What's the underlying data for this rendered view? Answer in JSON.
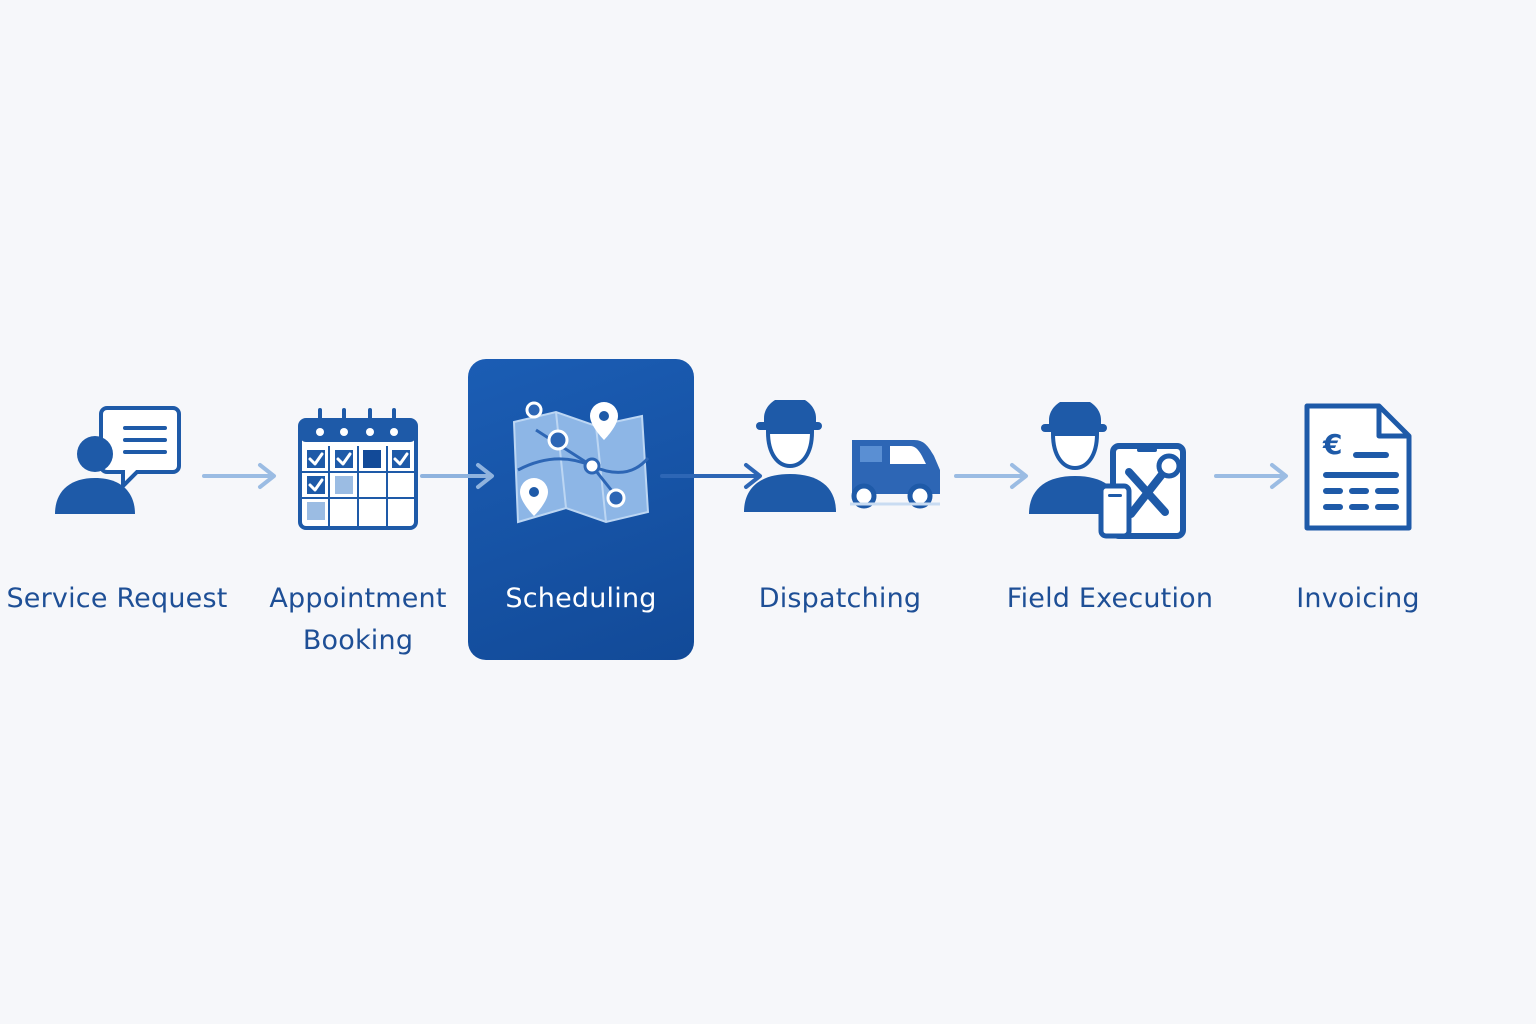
{
  "colors": {
    "background": "#f6f7fa",
    "primary": "#1e4f96",
    "highlight": "#1756a8",
    "light": "#8cb1dd"
  },
  "steps": [
    {
      "label": "Service Request",
      "icon": "person-chat-icon"
    },
    {
      "label_line1": "Appointment",
      "label_line2": "Booking",
      "icon": "calendar-icon"
    },
    {
      "label": "Scheduling",
      "icon": "map-route-icon",
      "active": true
    },
    {
      "label": "Dispatching",
      "icon": "technician-van-icon"
    },
    {
      "label": "Field Execution",
      "icon": "technician-tablet-tools-icon"
    },
    {
      "label": "Invoicing",
      "icon": "euro-invoice-icon"
    }
  ]
}
